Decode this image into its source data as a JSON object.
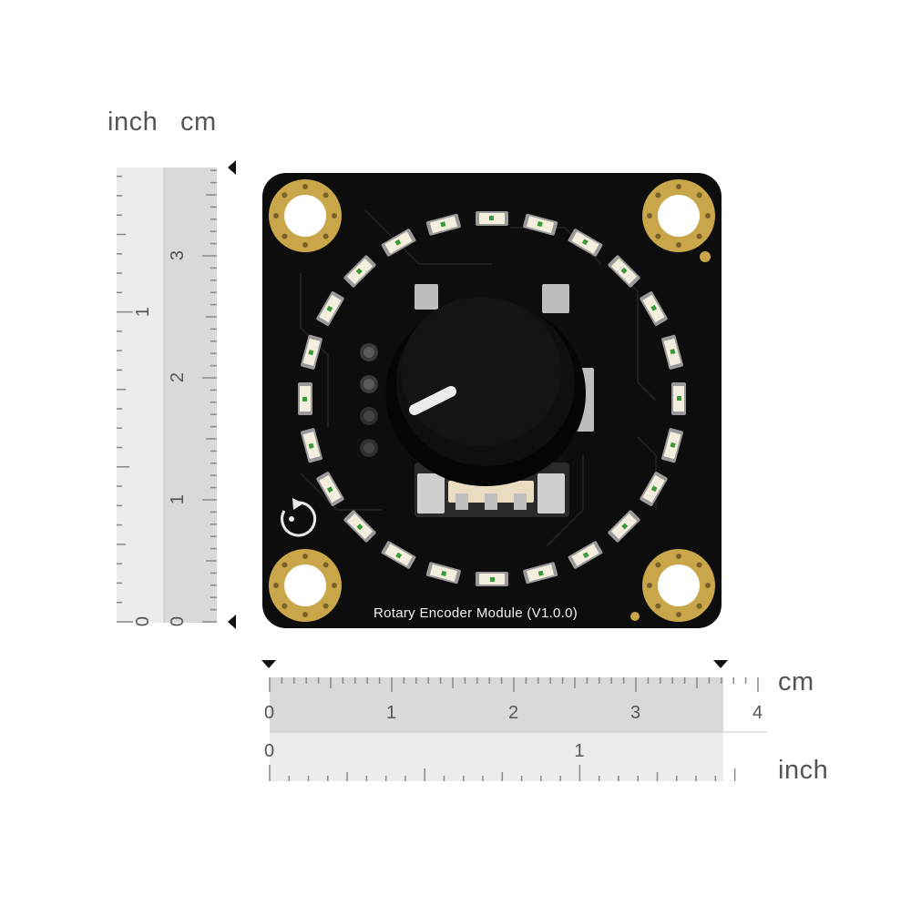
{
  "product": {
    "silkscreen_label": "Rotary Encoder Module (V1.0.0)"
  },
  "rulers": {
    "vertical_unit_inch": "inch",
    "vertical_unit_cm": "cm",
    "horizontal_unit_cm": "cm",
    "horizontal_unit_inch": "inch",
    "vertical_cm_labels": [
      "0",
      "1",
      "2",
      "3"
    ],
    "vertical_inch_labels": [
      "0",
      "1"
    ],
    "horizontal_cm_labels": [
      "0",
      "1",
      "2",
      "3",
      "4"
    ],
    "horizontal_inch_labels": [
      "0",
      "1"
    ]
  },
  "colors": {
    "pcb": "#0d0d0d",
    "gold_pad": "#c9a64a",
    "led_body": "#f3eedd",
    "ruler_band_dark": "#d9d9d9",
    "ruler_band_light": "#ececec",
    "ruler_text": "#555555"
  },
  "icons": [
    "rotate-clockwise-icon",
    "marker-triangle-icon"
  ]
}
